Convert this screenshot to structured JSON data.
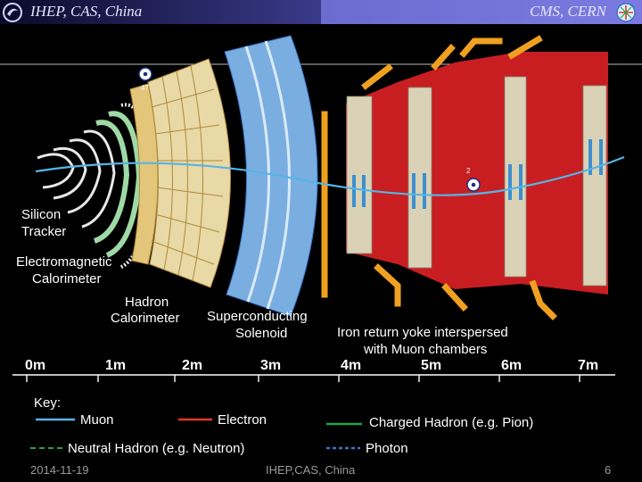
{
  "header": {
    "left_title": "IHEP, CAS, China",
    "right_title": "CMS, CERN",
    "left_logo": "ihep-logo",
    "right_logo": "cms-logo"
  },
  "diagram": {
    "field_inner": "4T",
    "field_outer": "2",
    "labels": {
      "tracker": [
        "Silicon",
        "Tracker"
      ],
      "ecal": [
        "Electromagnetic",
        "Calorimeter"
      ],
      "hcal": [
        "Hadron",
        "Calorimeter"
      ],
      "solenoid": [
        "Superconducting",
        "Solenoid"
      ],
      "yoke": [
        "Iron return yoke interspersed",
        "with Muon chambers"
      ]
    },
    "scale": [
      "0m",
      "1m",
      "2m",
      "3m",
      "4m",
      "5m",
      "6m",
      "7m"
    ],
    "key": {
      "title": "Key:",
      "items": [
        {
          "label": "Muon",
          "color": "#56b4e6"
        },
        {
          "label": "Electron",
          "color": "#e03a2a"
        },
        {
          "label": "Charged Hadron (e.g. Pion)",
          "color": "#1fa34a"
        },
        {
          "label": "Neutral Hadron (e.g. Neutron)",
          "color": "#1fa34a"
        },
        {
          "label": "Photon",
          "color": "#3a74c8"
        }
      ]
    },
    "colors": {
      "tracker": "#e8e8e8",
      "tracker_green": "#9fd9a6",
      "ecal": "#e3c67a",
      "hcal": "#e8d9a6",
      "solenoid": "#7aaee0",
      "yoke": "#c81e22",
      "yoke_frame": "#f0a020",
      "chamber": "#d9d2b6"
    }
  },
  "footer": {
    "date": "2014-11-19",
    "center": "IHEP,CAS, China",
    "page": "6"
  }
}
